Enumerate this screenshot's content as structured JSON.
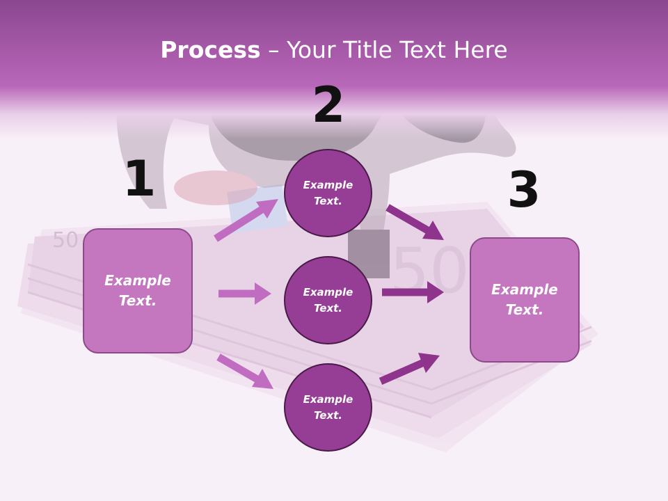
{
  "slide": {
    "title_bold": "Process",
    "title_rest": " – Your Title Text Here"
  },
  "steps": {
    "one": "1",
    "two": "2",
    "three": "3"
  },
  "nodes": {
    "left_box": "Example Text.",
    "circle_top": "Example Text.",
    "circle_middle": "Example Text.",
    "circle_bottom": "Example Text.",
    "right_box": "Example Text."
  },
  "colors": {
    "header": "#b062b0",
    "box_fill": "#c476bf",
    "circle_fill": "#963d95",
    "arrow_light": "#c06cc0",
    "arrow_dark": "#8e348c"
  }
}
